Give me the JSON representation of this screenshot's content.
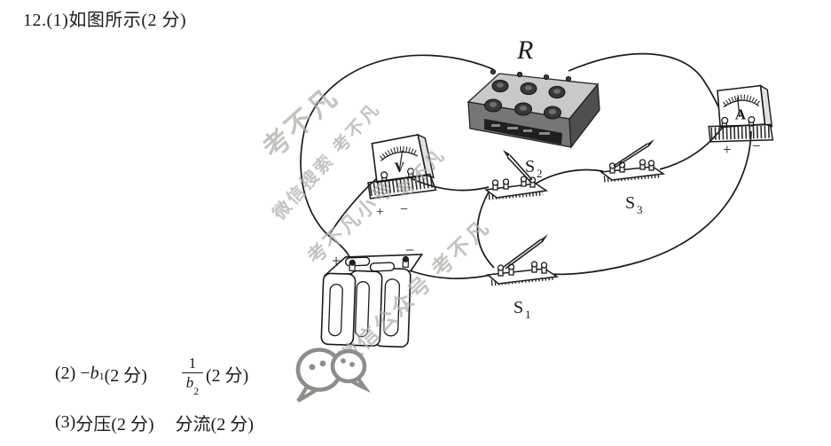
{
  "title_line": "12.(1)如图所示(2 分)",
  "answer2": {
    "prefix": "(2) −",
    "var1": "b",
    "var1_sub": "1",
    "score1": "(2 分)",
    "frac_num": "1",
    "frac_var": "b",
    "frac_var_sub": "2",
    "score2": "(2 分)"
  },
  "answer3": {
    "prefix": "(3)",
    "blank1": "分压(2 分)",
    "blank2": "分流(2 分)"
  },
  "diagram": {
    "resistance_box_label": "R",
    "voltmeter_label": "V",
    "voltmeter_plus": "+",
    "voltmeter_minus": "−",
    "ammeter_label": "A",
    "ammeter_plus": "+",
    "ammeter_minus": "−",
    "battery_plus": "+",
    "battery_minus": "−",
    "s1_base": "S",
    "s1_sub": "1",
    "s2_base": "S",
    "s2_sub": "2",
    "s3_base": "S",
    "s3_sub": "3"
  },
  "watermarks": [
    {
      "text": "考不凡"
    },
    {
      "text": "微信搜索 考不凡"
    },
    {
      "text": "考不凡小号"
    },
    {
      "text": "微信公众号 考不凡"
    },
    {
      "text": "考不凡"
    }
  ],
  "icons": {
    "wechat": "wechat-speech-bubbles"
  },
  "colors": {
    "ink": "#1b1b1b",
    "watermark_gray": "#aeaca7",
    "box_top": "#c9c9c7",
    "box_front": "#767674",
    "box_side": "#4e4e4c",
    "box_panel": "#1f1f1d",
    "wechat_gray": "#8d8d89"
  }
}
